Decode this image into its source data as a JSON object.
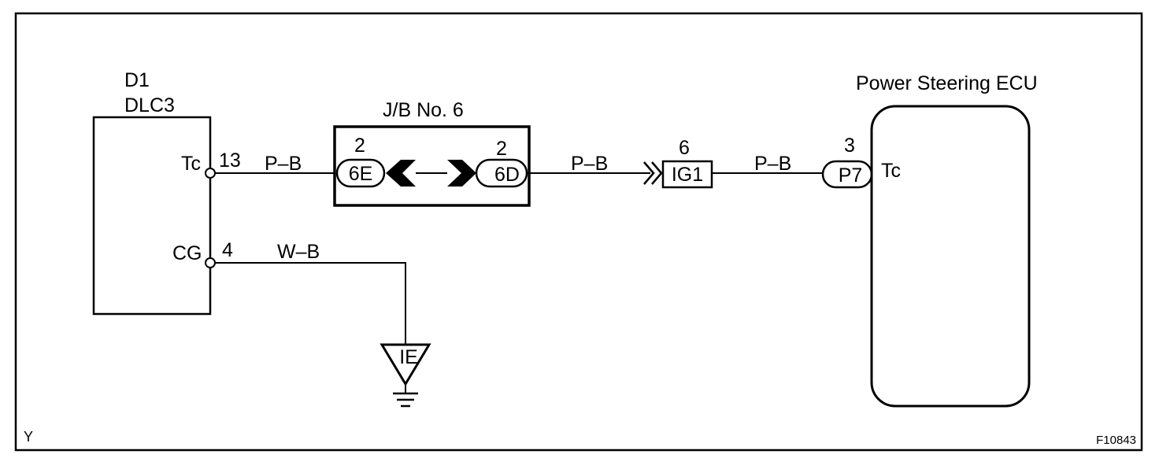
{
  "components": {
    "dlc": {
      "id_label": "D1",
      "name_label": "DLC3"
    },
    "junction_block": {
      "label": "J/B No. 6"
    },
    "ecu": {
      "label": "Power Steering ECU"
    },
    "ground": {
      "label": "IE"
    }
  },
  "pins": {
    "dlc_tc": {
      "name": "Tc",
      "number": "13"
    },
    "dlc_cg": {
      "name": "CG",
      "number": "4"
    },
    "jb_in": {
      "number": "2",
      "connector": "6E"
    },
    "jb_out": {
      "number": "2",
      "connector": "6D"
    },
    "ig1": {
      "number": "6",
      "connector": "IG1"
    },
    "ecu_tc": {
      "number": "3",
      "connector": "P7",
      "name": "Tc"
    }
  },
  "wires": {
    "tc_to_jb": "P–B",
    "jb_to_ig1": "P–B",
    "ig1_to_ecu": "P–B",
    "cg_to_ground": "W–B"
  },
  "footer": {
    "corner_mark": "Y",
    "figure_code": "F10843"
  }
}
